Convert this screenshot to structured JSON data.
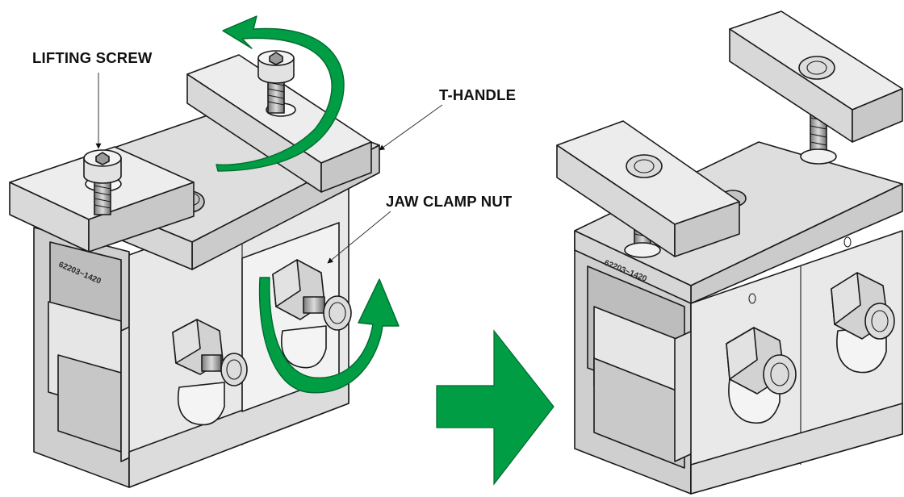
{
  "labels": {
    "lifting_screw": "LIFTING SCREW",
    "t_handle": "T-HANDLE",
    "jaw_clamp_nut": "JAW CLAMP NUT"
  },
  "part_number": "62203~1420",
  "colors": {
    "arrow_green": "#009d45",
    "arrow_green_dark": "#006b2e",
    "metal_light": "#ececec",
    "metal_mid": "#d4d4d4",
    "metal_dark": "#b9b9b9",
    "outline": "#1a1a1a"
  },
  "icons": {
    "rotation_arrows": "curved-rotation-arrow-icon",
    "transition_arrow": "right-arrow-icon"
  }
}
